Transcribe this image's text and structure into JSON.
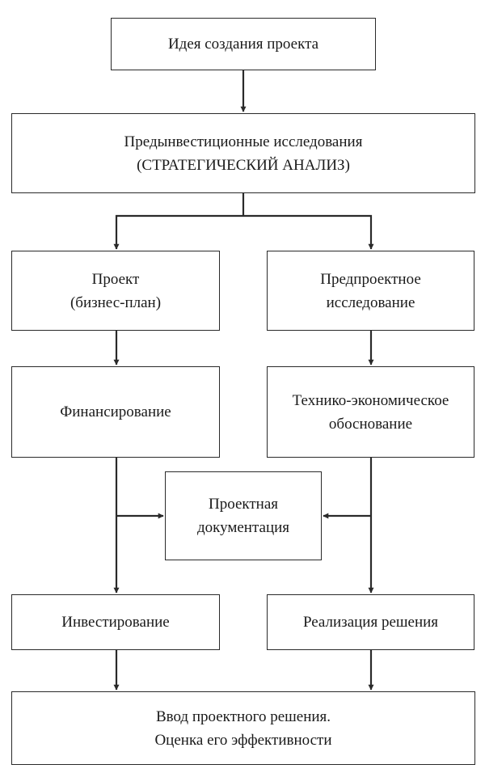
{
  "diagram": {
    "colors": {
      "stroke": "#2a2a2a",
      "text": "#1a1a1a",
      "background": "#ffffff"
    },
    "nodes": {
      "idea": {
        "lines": [
          "Идея создания проекта"
        ]
      },
      "preinvest": {
        "lines": [
          "Предынвестиционные исследования",
          "(СТРАТЕГИЧЕСКИЙ АНАЛИЗ)"
        ]
      },
      "project": {
        "lines": [
          "Проект",
          "(бизнес-план)"
        ]
      },
      "preproject": {
        "lines": [
          "Предпроектное",
          "исследование"
        ]
      },
      "financing": {
        "lines": [
          "Финансирование"
        ]
      },
      "feasibility": {
        "lines": [
          "Технико-экономическое",
          "обоснование"
        ]
      },
      "documentation": {
        "lines": [
          "Проектная",
          "документация"
        ]
      },
      "investing": {
        "lines": [
          "Инвестирование"
        ]
      },
      "implementation": {
        "lines": [
          "Реализация решения"
        ]
      },
      "commissioning": {
        "lines": [
          "Ввод проектного решения.",
          "Оценка его эффективности"
        ]
      }
    },
    "edges": [
      {
        "from": "idea",
        "to": "preinvest"
      },
      {
        "from": "preinvest",
        "to": "project"
      },
      {
        "from": "preinvest",
        "to": "preproject"
      },
      {
        "from": "project",
        "to": "financing"
      },
      {
        "from": "preproject",
        "to": "feasibility"
      },
      {
        "from": "financing",
        "to": "documentation"
      },
      {
        "from": "feasibility",
        "to": "documentation"
      },
      {
        "from": "financing",
        "to": "investing"
      },
      {
        "from": "feasibility",
        "to": "implementation"
      },
      {
        "from": "investing",
        "to": "commissioning"
      },
      {
        "from": "implementation",
        "to": "commissioning"
      }
    ]
  }
}
